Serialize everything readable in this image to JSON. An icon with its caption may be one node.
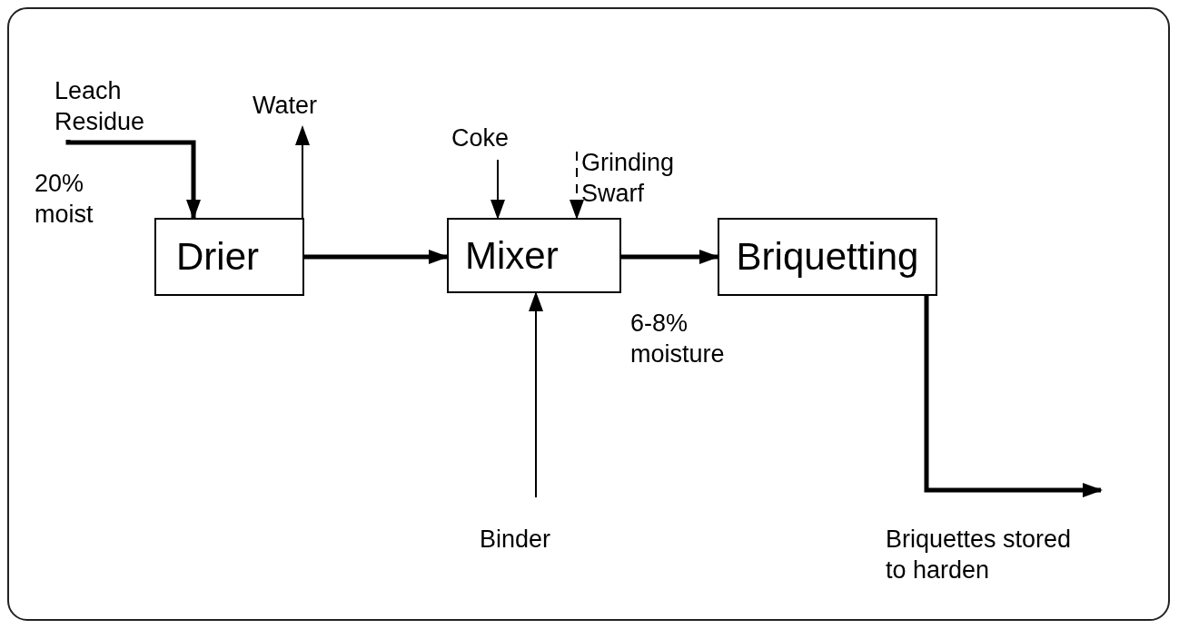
{
  "diagram": {
    "nodes": [
      {
        "text": [
          "Drier"
        ]
      },
      {
        "text": [
          "Mixer"
        ]
      },
      {
        "text": [
          "Briquetting"
        ]
      },
      {
        "text": [
          "Leach Residue"
        ]
      },
      {
        "text": [
          "Water"
        ]
      },
      {
        "text": [
          "Coke"
        ]
      },
      {
        "text": [
          "Grinding Swarf"
        ]
      },
      {
        "text": [
          "Binder"
        ]
      },
      {
        "text": [
          "Briquettes stored to harden"
        ]
      }
    ],
    "edges": [
      {
        "from": 3,
        "to": 0,
        "arrow": "to",
        "style": "thick"
      },
      {
        "from": 0,
        "to": 4,
        "arrow": "to"
      },
      {
        "from": 5,
        "to": 1,
        "arrow": "to"
      },
      {
        "from": 6,
        "to": 1,
        "arrow": "to",
        "style": "dashed"
      },
      {
        "from": 0,
        "to": 1,
        "arrow": "to",
        "style": "thick"
      },
      {
        "from": 7,
        "to": 1,
        "arrow": "to"
      },
      {
        "from": 1,
        "to": 2,
        "arrow": "to",
        "style": "thick"
      },
      {
        "from": 2,
        "to": 8,
        "arrow": "to",
        "style": "thick"
      }
    ],
    "labels": [
      "20% moist",
      "6-8% moisture"
    ]
  }
}
